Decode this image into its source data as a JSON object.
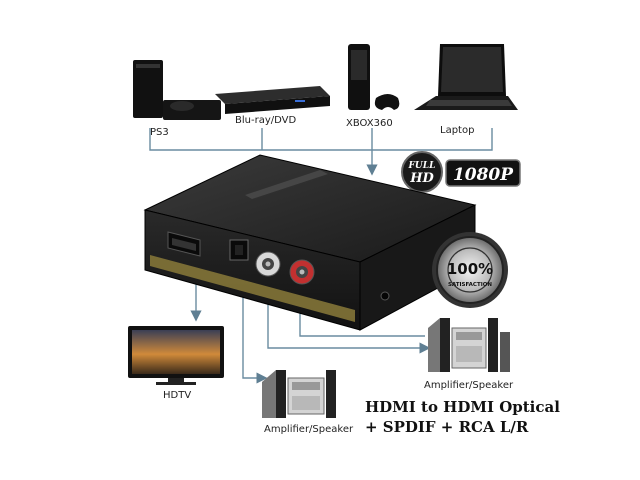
{
  "devices": {
    "ps3": "PS3",
    "bluray": "Blu-ray/DVD",
    "xbox": "XBOX360",
    "laptop": "Laptop",
    "hdtv": "HDTV",
    "amp_left": "Amplifier/Speaker",
    "amp_right": "Amplifier/Speaker"
  },
  "badge": {
    "full_hd_top": "FULL",
    "full_hd_bottom": "HD",
    "resolution": "1080P"
  },
  "seal": {
    "percent": "100%",
    "word": "SATISFACTION"
  },
  "caption": {
    "line1": "HDMI to HDMI Optical",
    "line2": "+ SPDIF + RCA L/R"
  }
}
